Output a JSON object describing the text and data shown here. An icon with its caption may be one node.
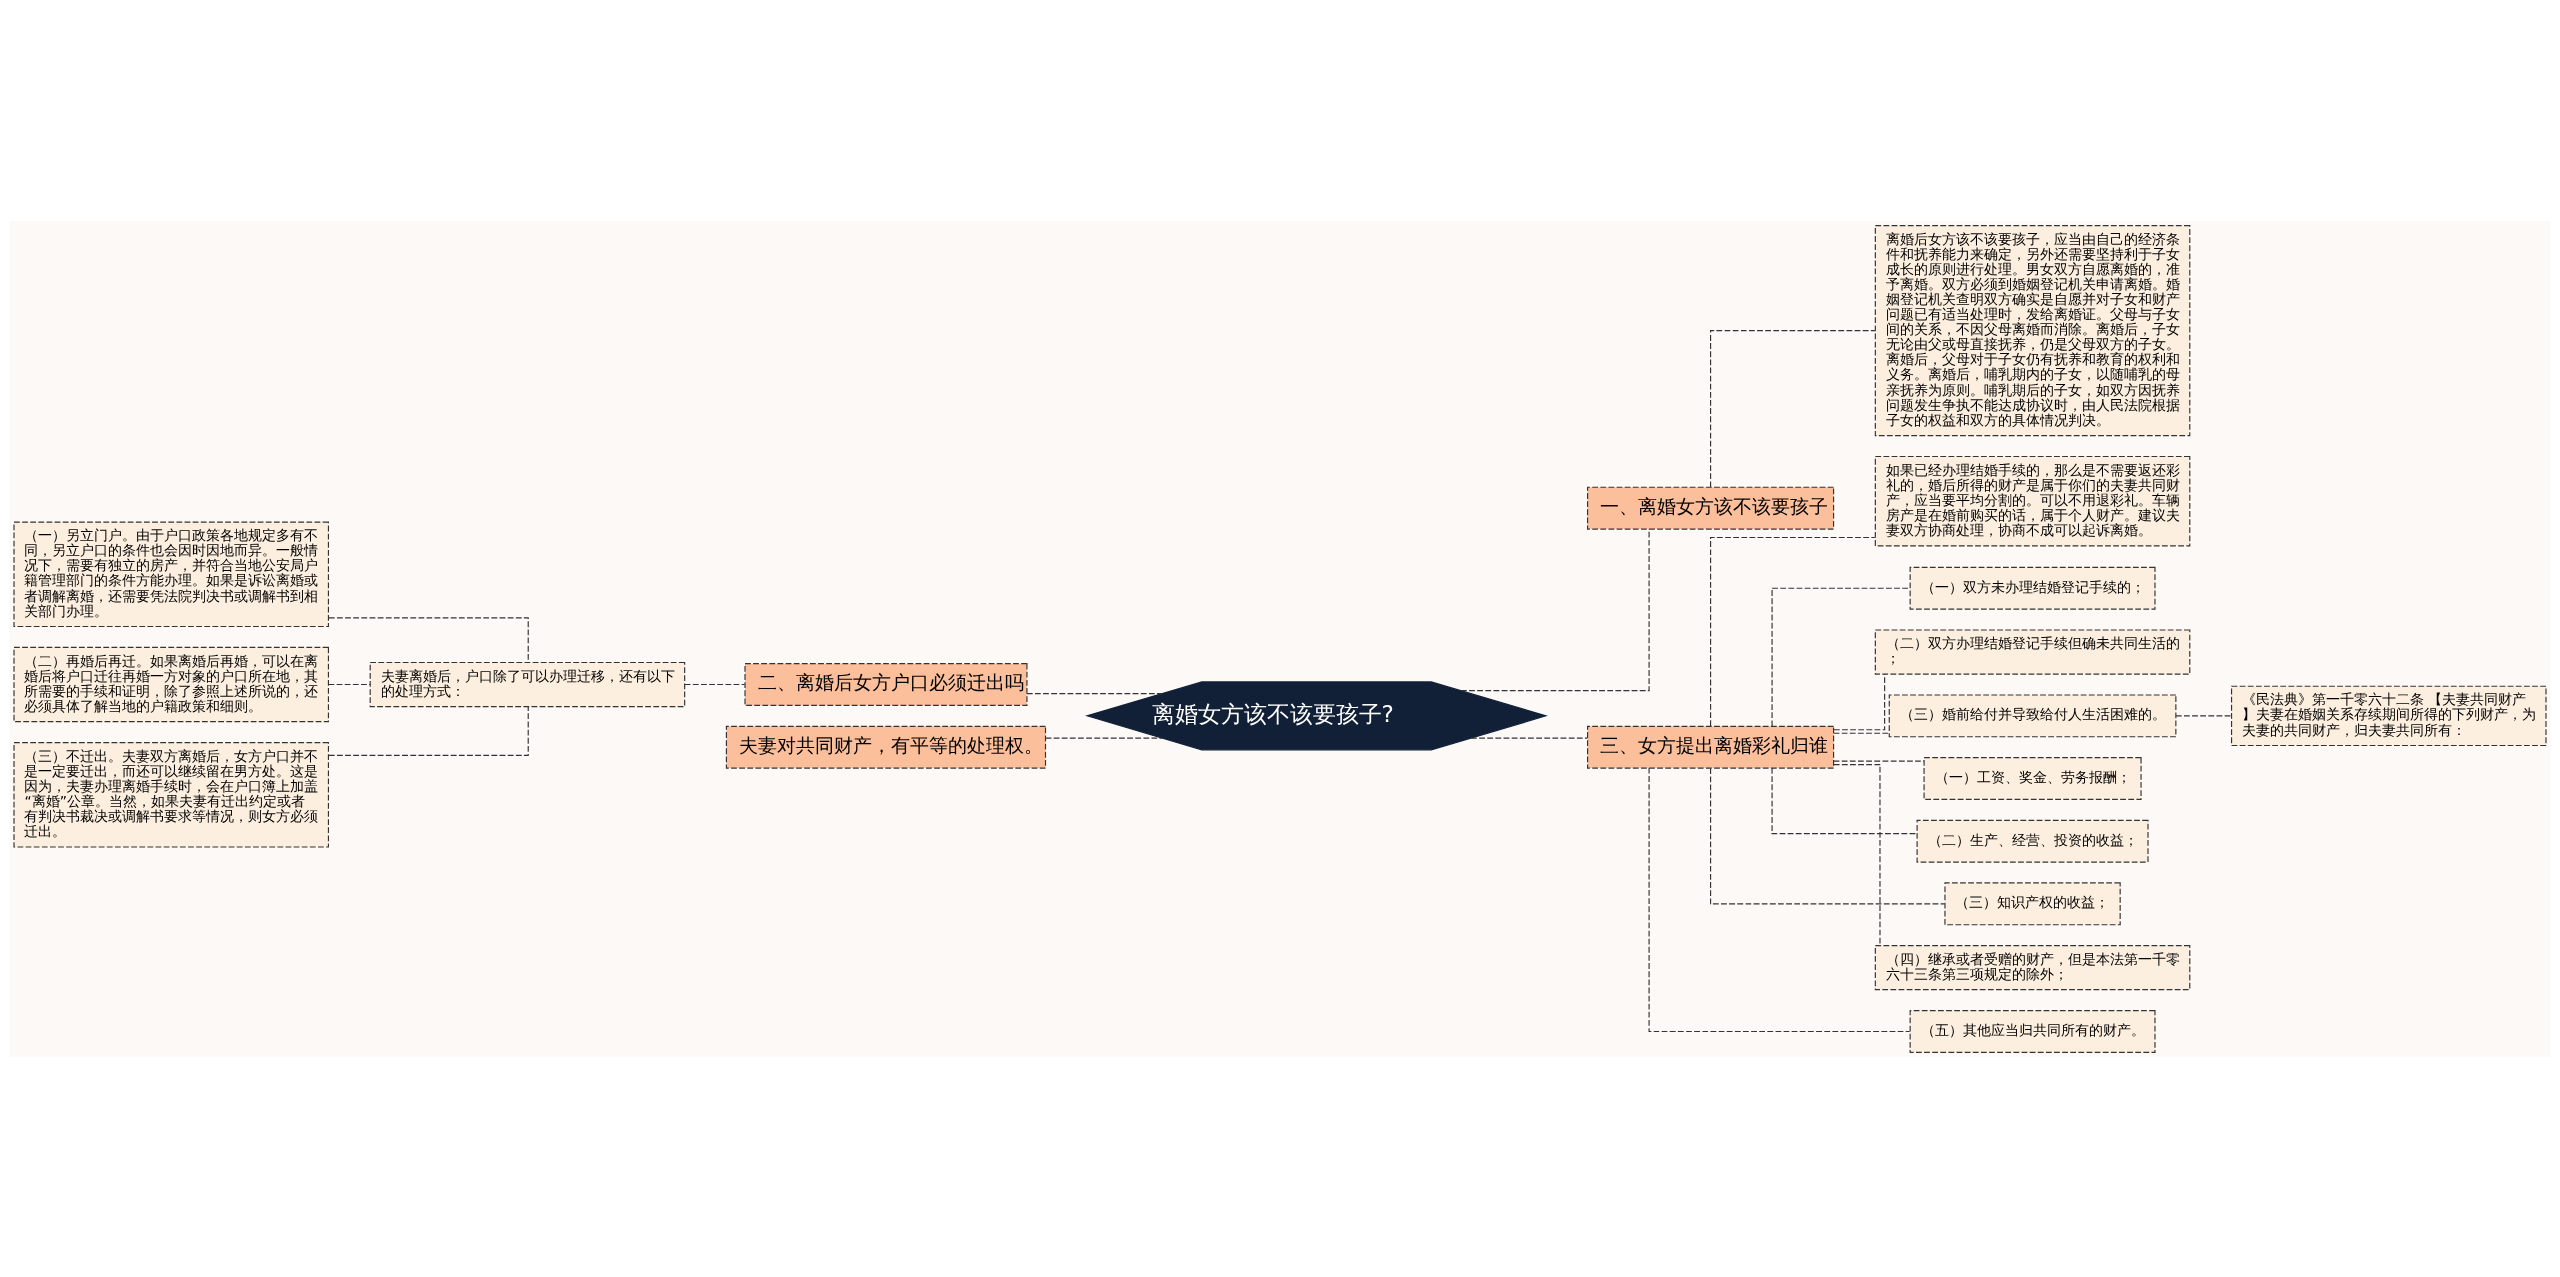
{
  "diagram": {
    "nodes": [
      {
        "text": [
          "离婚女方该不该要孩子?"
        ]
      },
      {
        "text": [
          "一、离婚女方该不该要孩子"
        ]
      },
      {
        "text": [
          "离婚后女方该不该要孩子，应当由自己的经济条件和抚养能力来确定，另外还需要坚持利于子女成长的原则进行处理。男女双方自愿离婚的，准予离婚。双方必须到婚姻登记机关申请离婚。婚姻登记机关查明双方确实是自愿并对子女和财产问题已有适当处理时，发给离婚证。父母与子女间的关系，不因父母离婚而消除。离婚后，子女无论由父或母直接抚养，仍是父母双方的子女。离婚后，父母对于子女仍有抚养和教育的权利和义务。离婚后，哺乳期内的子女，以随哺乳的母亲抚养为原则。哺乳期后的子女，如双方因抚养问题发生争执不能达成协议时，由人民法院根据子女的权益和双方的具体情况判决。"
        ]
      },
      {
        "text": [
          "二、离婚后女方户口必须迁出吗"
        ]
      },
      {
        "text": [
          "夫妻离婚后，户口除了可以办理迁移，还有以下的处理方式："
        ]
      },
      {
        "text": [
          "（一）另立门户。由于户口政策各地规定多有不同，另立户口的条件也会因时因地而异。一般情况下，需要有独立的房产，并符合当地公安局户籍管理部门的条件方能办理。如果是诉讼离婚或者调解离婚，还需要凭法院判决书或调解书到相关部门办理。"
        ]
      },
      {
        "text": [
          "（二）再婚后再迁。如果离婚后再婚，可以在离婚后将户口迁往再婚一方对象的户口所在地，其所需要的手续和证明，除了参照上述所说的，还必须具体了解当地的户籍政策和细则。"
        ]
      },
      {
        "text": [
          "（三）不迁出。夫妻双方离婚后，女方户口并不是一定要迁出，而还可以继续留在男方处。这是因为，夫妻办理离婚手续时，会在户口簿上加盖“离婚”公章。当然，如果夫妻有迁出约定或者有判决书裁决或调解书要求等情况，则女方必须迁出。"
        ]
      },
      {
        "text": [
          "夫妻对共同财产，有平等的处理权。"
        ]
      },
      {
        "text": [
          "三、女方提出离婚彩礼归谁"
        ]
      },
      {
        "text": [
          "如果已经办理结婚手续的，那么是不需要返还彩礼的，婚后所得的财产是属于你们的夫妻共同财产，应当要平均分割的。可以不用退彩礼。车辆房产是在婚前购买的话，属于个人财产。建议夫妻双方协商处理，协商不成可以起诉离婚。"
        ]
      },
      {
        "text": [
          "（一）双方未办理结婚登记手续的；"
        ]
      },
      {
        "text": [
          "（二）双方办理结婚登记手续但确未共同生活的；"
        ]
      },
      {
        "text": [
          "（三）婚前给付并导致给付人生活困难的。"
        ]
      },
      {
        "text": [
          "《民法典》第一千零六十二条 【夫妻共同财产】夫妻在婚姻关系存续期间所得的下列财产，为夫妻的共同财产，归夫妻共同所有："
        ]
      },
      {
        "text": [
          "（一）工资、奖金、劳务报酬；"
        ]
      },
      {
        "text": [
          "（二）生产、经营、投资的收益；"
        ]
      },
      {
        "text": [
          "（三）知识产权的收益；"
        ]
      },
      {
        "text": [
          "（四）继承或者受赠的财产，但是本法第一千零六十三条第三项规定的除外；"
        ]
      },
      {
        "text": [
          "（五）其他应当归共同所有的财产。"
        ]
      }
    ],
    "edges": [
      {
        "from": 0,
        "to": 1,
        "arrow": "none",
        "style": "dashed"
      },
      {
        "from": 1,
        "to": 2,
        "arrow": "none",
        "style": "dashed"
      },
      {
        "from": 0,
        "to": 3,
        "arrow": "none",
        "style": "dashed"
      },
      {
        "from": 3,
        "to": 4,
        "arrow": "none",
        "style": "dashed"
      },
      {
        "from": 4,
        "to": 5,
        "arrow": "none",
        "style": "dashed"
      },
      {
        "from": 4,
        "to": 6,
        "arrow": "none",
        "style": "dashed"
      },
      {
        "from": 4,
        "to": 7,
        "arrow": "none",
        "style": "dashed"
      },
      {
        "from": 0,
        "to": 8,
        "arrow": "none",
        "style": "dashed"
      },
      {
        "from": 0,
        "to": 9,
        "arrow": "none",
        "style": "dashed"
      },
      {
        "from": 9,
        "to": 10,
        "arrow": "none",
        "style": "dashed"
      },
      {
        "from": 9,
        "to": 11,
        "arrow": "none",
        "style": "dashed"
      },
      {
        "from": 9,
        "to": 12,
        "arrow": "none",
        "style": "dashed"
      },
      {
        "from": 9,
        "to": 13,
        "arrow": "none",
        "style": "dashed"
      },
      {
        "from": 13,
        "to": 14,
        "arrow": "none",
        "style": "dashed"
      },
      {
        "from": 9,
        "to": 15,
        "arrow": "none",
        "style": "dashed"
      },
      {
        "from": 9,
        "to": 16,
        "arrow": "none",
        "style": "dashed"
      },
      {
        "from": 9,
        "to": 17,
        "arrow": "none",
        "style": "dashed"
      },
      {
        "from": 9,
        "to": 18,
        "arrow": "none",
        "style": "dashed"
      },
      {
        "from": 9,
        "to": 19,
        "arrow": "none",
        "style": "dashed"
      }
    ]
  }
}
